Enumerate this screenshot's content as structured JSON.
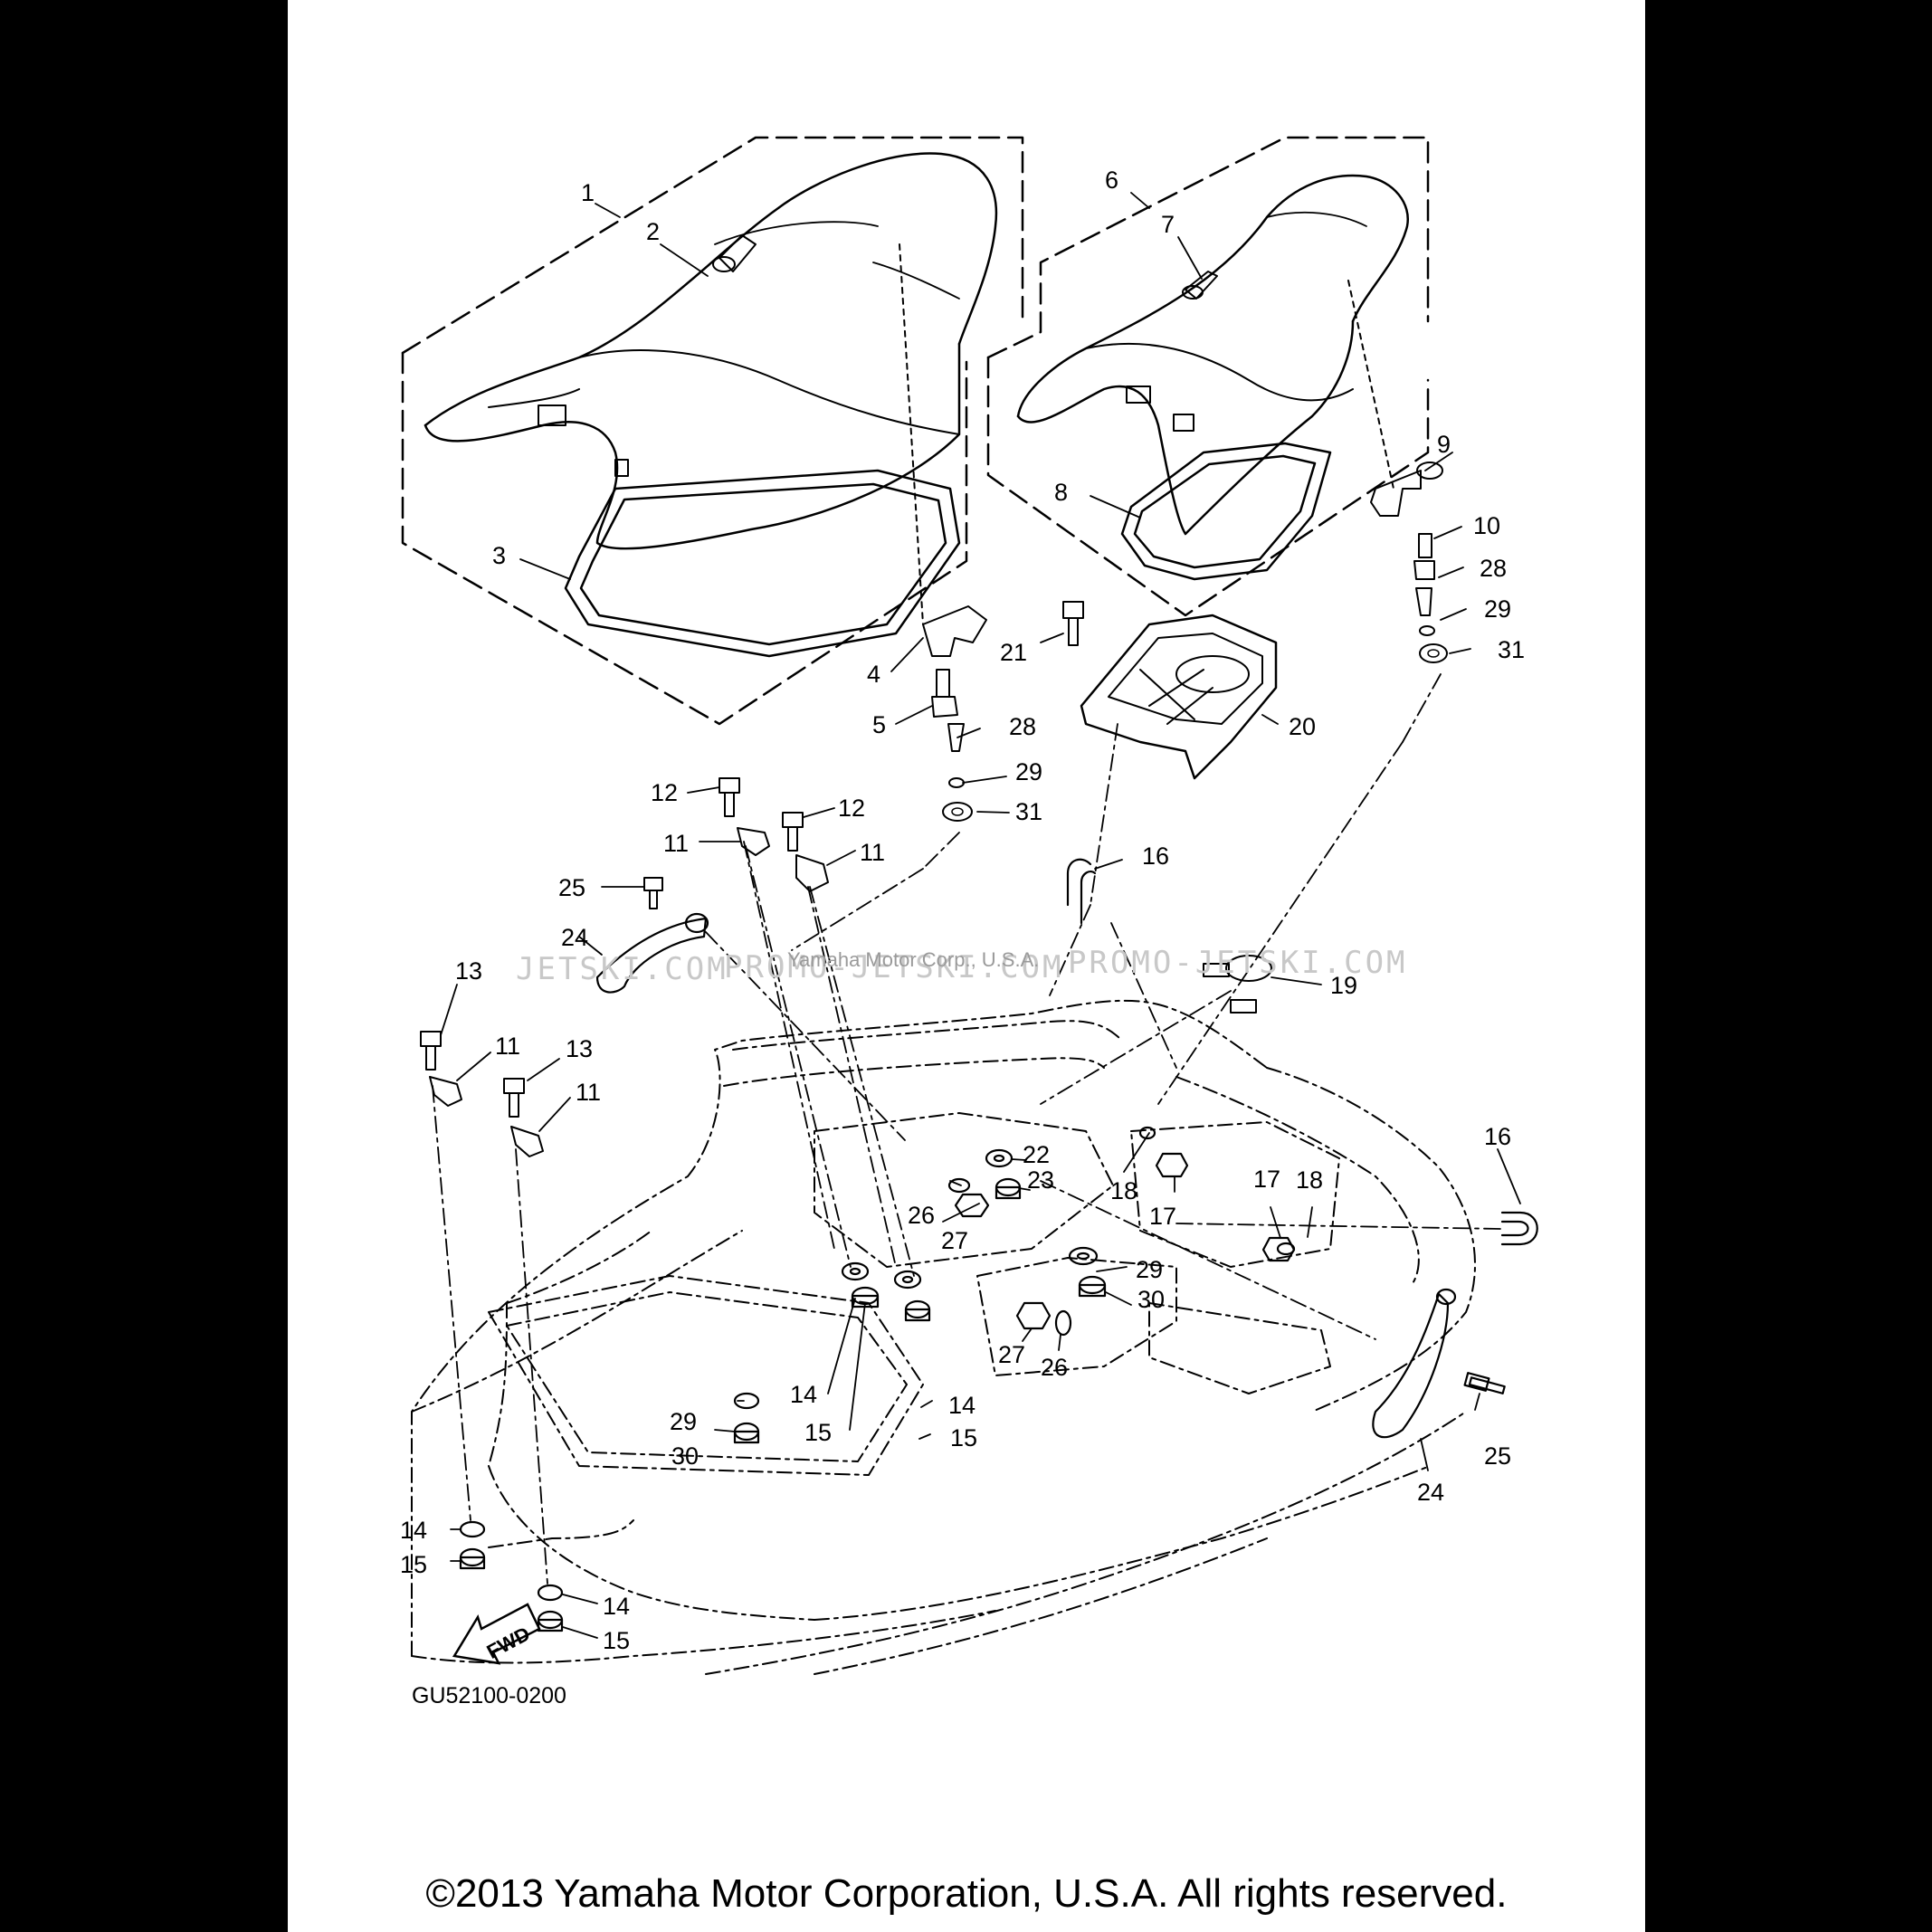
{
  "diagram": {
    "part_code": "GU52100-0200",
    "watermark_left": "JETSKI.COM",
    "watermark_mid": "PROMO-JETSKI.COM",
    "watermark_right": "PROMO-JETSKI.COM",
    "watermark_overlay": "Yamaha Motor Corp., U.S.A.",
    "fwd_label": "FWD",
    "copyright": "©2013 Yamaha Motor Corporation, U.S.A. All rights reserved.",
    "callouts": {
      "c1": "1",
      "c2": "2",
      "c3": "3",
      "c4": "4",
      "c5": "5",
      "c6": "6",
      "c7": "7",
      "c8": "8",
      "c9": "9",
      "c10": "10",
      "c11a": "11",
      "c11b": "11",
      "c11c": "11",
      "c11d": "11",
      "c12a": "12",
      "c12b": "12",
      "c13a": "13",
      "c13b": "13",
      "c14a": "14",
      "c14b": "14",
      "c14c": "14",
      "c14d": "14",
      "c15a": "15",
      "c15b": "15",
      "c15c": "15",
      "c15d": "15",
      "c16a": "16",
      "c16b": "16",
      "c17a": "17",
      "c17b": "17",
      "c18a": "18",
      "c18b": "18",
      "c19": "19",
      "c20": "20",
      "c21": "21",
      "c22": "22",
      "c23": "23",
      "c24a": "24",
      "c24b": "24",
      "c25a": "25",
      "c25b": "25",
      "c26a": "26",
      "c26b": "26",
      "c27a": "27",
      "c27b": "27",
      "c28a": "28",
      "c28b": "28",
      "c29a": "29",
      "c29b": "29",
      "c29c": "29",
      "c29d": "29",
      "c30a": "30",
      "c30b": "30",
      "c31a": "31",
      "c31b": "31"
    }
  }
}
